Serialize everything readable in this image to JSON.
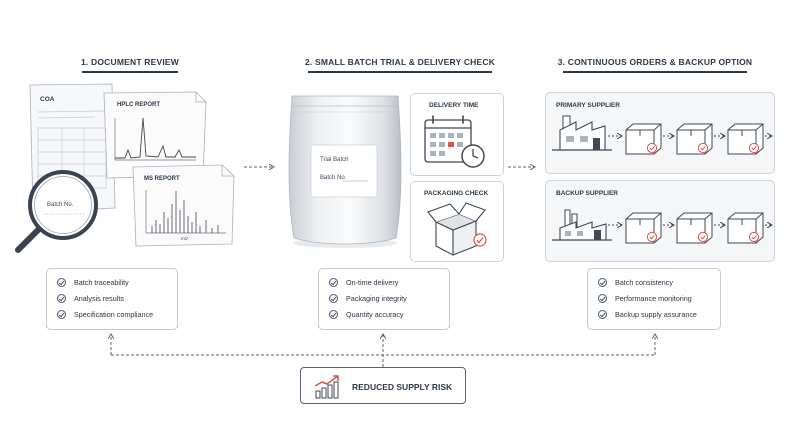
{
  "steps": [
    {
      "title": "1. DOCUMENT REVIEW"
    },
    {
      "title": "2. SMALL BATCH TRIAL & DELIVERY CHECK"
    },
    {
      "title": "3. CONTINUOUS ORDERS & BACKUP OPTION"
    }
  ],
  "documents": {
    "coa": "COA",
    "hplc": "HPLC REPORT",
    "ms": "MS REPORT",
    "ms_axis": "m/z",
    "batch_no": "Batch No."
  },
  "trial": {
    "bag_line1": "Trial Batch",
    "bag_line2": "Batch No.",
    "delivery_time": "DELIVERY TIME",
    "packaging_check": "PACKAGING CHECK"
  },
  "suppliers": {
    "primary": "PRIMARY SUPPLIER",
    "backup": "BACKUP SUPPLIER"
  },
  "checklists": [
    {
      "items": [
        "Batch traceability",
        "Analysis results",
        "Specification compliance"
      ]
    },
    {
      "items": [
        "On-time delivery",
        "Packaging integrity",
        "Quantity accuracy"
      ]
    },
    {
      "items": [
        "Batch consistency",
        "Performance monitoring",
        "Backup supply assurance"
      ]
    }
  ],
  "outcome": {
    "label": "REDUCED SUPPLY RISK"
  },
  "colors": {
    "ink": "#2f3946",
    "accent": "#d9534f",
    "panel": "#f4f6f8",
    "line": "#5a6470"
  },
  "icons": [
    "magnifier-icon",
    "calendar-icon",
    "clock-icon",
    "box-icon",
    "factory-icon",
    "package-icon",
    "check-badge-icon",
    "rising-chart-icon"
  ]
}
